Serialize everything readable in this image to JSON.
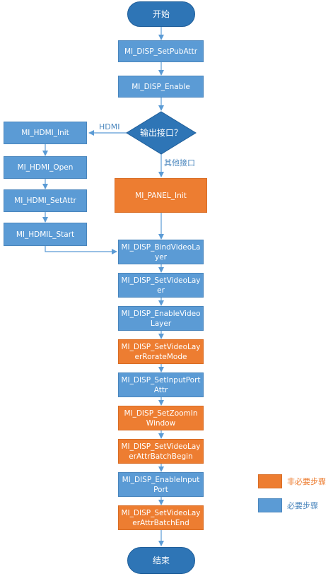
{
  "start_label": "开始",
  "end_label": "结束",
  "main_steps": [
    {
      "text": "MI_DISP_SetPubAttr",
      "required": true
    },
    {
      "text": "MI_DISP_Enable",
      "required": true
    }
  ],
  "decision": {
    "text": "输出接口？",
    "left_branch": "HDMI",
    "down_branch": "其他接口"
  },
  "hdmi_steps": [
    {
      "text": "MI_HDMI_Init",
      "required": true
    },
    {
      "text": "MI_HDMI_Open",
      "required": true
    },
    {
      "text": "MI_HDMI_SetAttr",
      "required": true
    },
    {
      "text": "MI_HDMIL_Start",
      "required": true
    }
  ],
  "panel_step": {
    "text": "MI_PANEL_Init",
    "required": false
  },
  "layer_steps": [
    {
      "text": "MI_DISP_BindVideoLayer",
      "required": true
    },
    {
      "text": "MI_DISP_SetVideoLayer",
      "required": true
    },
    {
      "text": "MI_DISP_EnableVideoLayer",
      "required": true
    },
    {
      "text": "MI_DISP_SetVideoLayerRorateMode",
      "required": false
    },
    {
      "text": "MI_DISP_SetInputPortAttr",
      "required": true
    },
    {
      "text": "MI_DISP_SetZoomInWindow",
      "required": false
    },
    {
      "text": "MI_DISP_SetVideoLayerAttrBatchBegin",
      "required": false
    },
    {
      "text": "MI_DISP_EnableInputPort",
      "required": true
    },
    {
      "text": "MI_DISP_SetVideoLayerAttrBatchEnd",
      "required": false
    }
  ],
  "legend": {
    "optional_label": "非必要步骤",
    "required_label": "必要步骤",
    "optional_color": "#ed7d31",
    "required_color": "#5b9bd5"
  },
  "colors": {
    "required": "#5b9bd5",
    "optional": "#ed7d31",
    "terminator": "#2e75b6",
    "connector": "#5b9bd5"
  }
}
